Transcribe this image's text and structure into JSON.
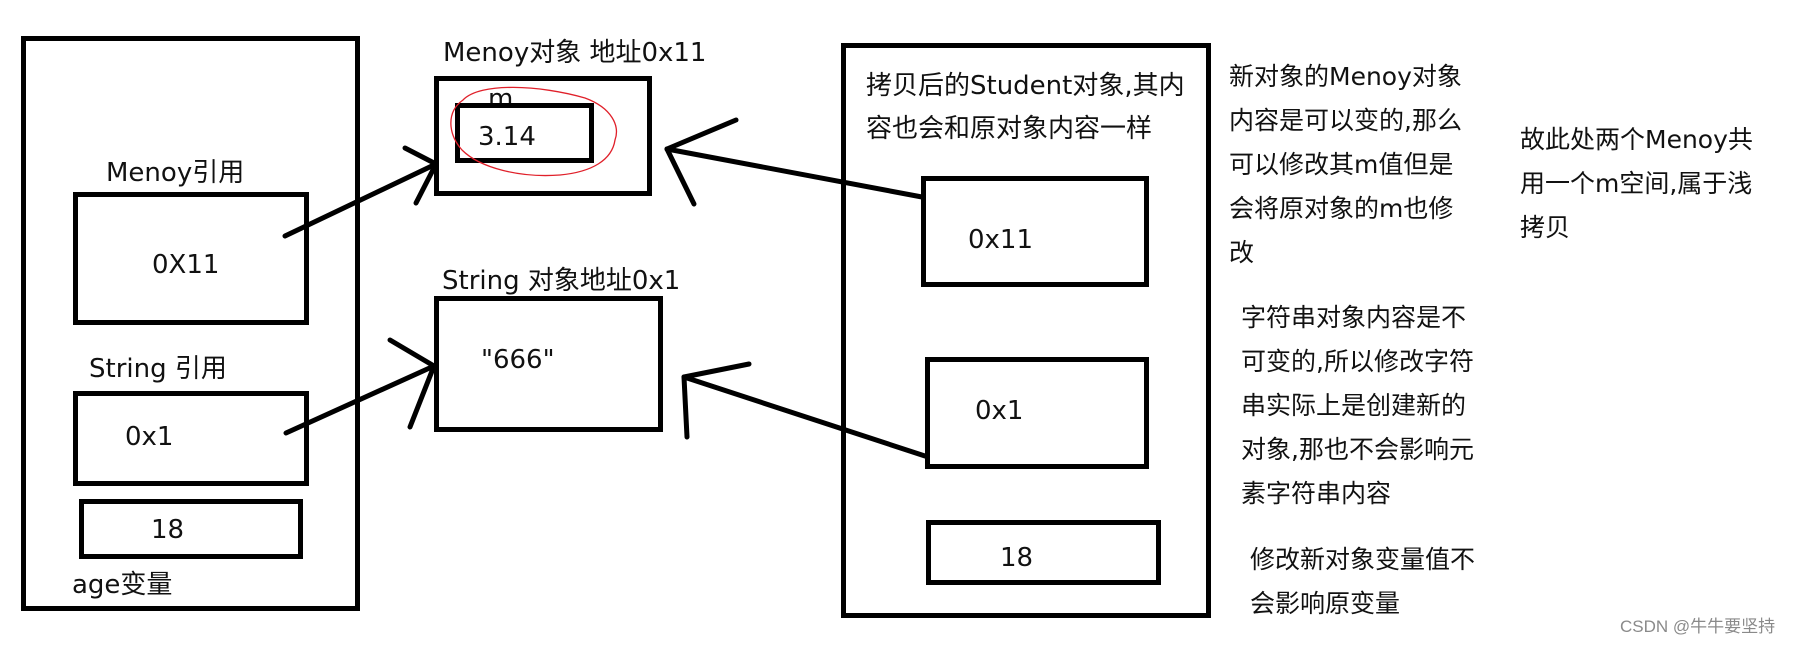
{
  "original_object": {
    "menoy_ref_label": "Menoy引用",
    "menoy_ref_value": "0X11",
    "string_ref_label": "String 引用",
    "string_ref_value": "0x1",
    "age_value": "18",
    "age_label": "age变量"
  },
  "heap": {
    "menoy_object_label": "Menoy对象 地址0x11",
    "menoy_field_name": "m",
    "menoy_field_value": "3.14",
    "string_object_label": "String 对象地址0x1",
    "string_object_value": "\"666\""
  },
  "copied_object": {
    "caption_lines": [
      "拷贝后的Student对象,其内",
      "容也会和原对象内容一样"
    ],
    "menoy_ref_value": "0x11",
    "string_ref_value": "0x1",
    "age_value": "18"
  },
  "notes": {
    "menoy_note": [
      "新对象的Menoy对象",
      "内容是可以变的,那么",
      "可以修改其m值但是",
      "会将原对象的m也修",
      "改"
    ],
    "shallow_copy_note": [
      "故此处两个Menoy共",
      "用一个m空间,属于浅",
      "拷贝"
    ],
    "string_note": [
      "字符串对象内容是不",
      "可变的,所以修改字符",
      "串实际上是创建新的",
      "对象,那也不会影响元",
      "素字符串内容"
    ],
    "age_note": [
      "修改新对象变量值不",
      "会影响原变量"
    ]
  },
  "colors": {
    "stroke": "#000000",
    "highlight": "#e0202a"
  },
  "watermark": "CSDN @牛牛要坚持"
}
